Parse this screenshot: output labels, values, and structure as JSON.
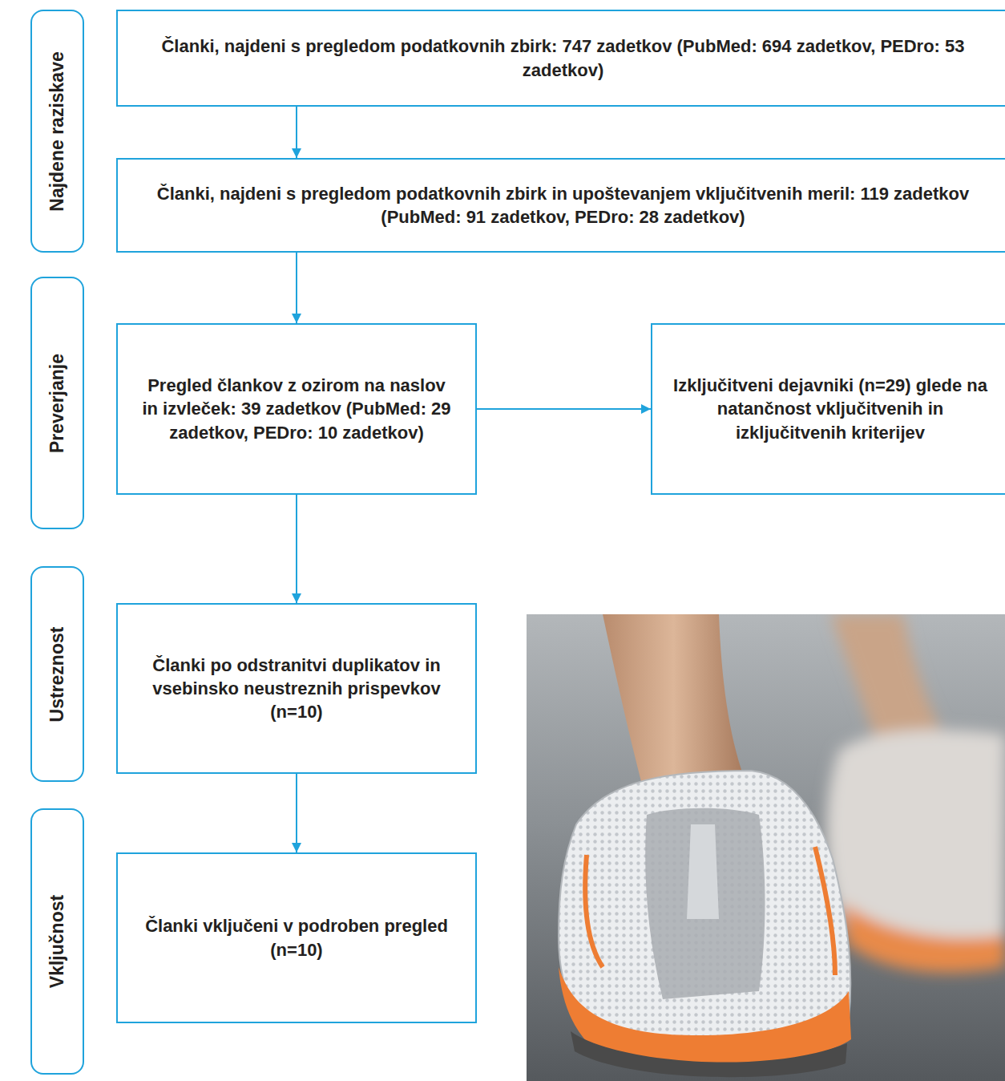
{
  "diagram": {
    "nodes": [
      {
        "text": [
          "Najdene raziskave"
        ]
      },
      {
        "text": [
          "Članki, najdeni s pregledom podatkovnih zbirk: 747 zadetkov (PubMed: 694 zadetkov, PEDro: 53 zadetkov)"
        ]
      },
      {
        "text": [
          "Članki, najdeni s pregledom podatkovnih zbirk in upoštevanjem vključitvenih meril: 119 zadetkov (PubMed: 91 zadetkov, PEDro: 28 zadetkov)"
        ]
      },
      {
        "text": [
          "Preverjanje"
        ]
      },
      {
        "text": [
          "Pregled člankov z ozirom na naslov in izvleček: 39 zadetkov (PubMed: 29 zadetkov, PEDro: 10 zadetkov)"
        ]
      },
      {
        "text": [
          "Izključitveni dejavniki (n=29) glede na natančnost vključitvenih in izključitvenih kriterijev"
        ]
      },
      {
        "text": [
          "Ustreznost"
        ]
      },
      {
        "text": [
          "Članki po odstranitvi duplikatov in vsebinsko neustreznih prispevkov (n=10)"
        ]
      },
      {
        "text": [
          "Vključnost"
        ]
      },
      {
        "text": [
          "Članki vključeni v podroben pregled (n=10)"
        ]
      }
    ],
    "edges": [
      {
        "from": 1,
        "to": 2,
        "arrow": "to"
      },
      {
        "from": 2,
        "to": 4,
        "arrow": "to"
      },
      {
        "from": 4,
        "to": 5,
        "arrow": "to"
      },
      {
        "from": 4,
        "to": 7,
        "arrow": "to"
      },
      {
        "from": 7,
        "to": 9,
        "arrow": "to"
      }
    ]
  }
}
